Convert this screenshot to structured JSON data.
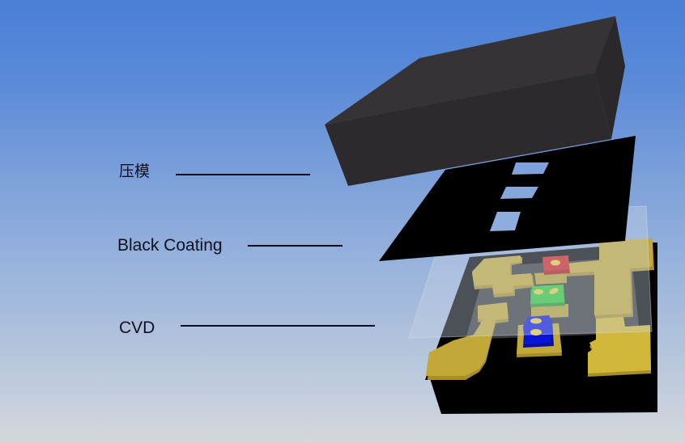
{
  "diagram": {
    "type": "exploded-3d-layer-diagram",
    "background": {
      "top_color": "#4a7fd6",
      "bottom_color": "#d4d7db"
    },
    "labels": [
      {
        "id": "mold",
        "text": "压模"
      },
      {
        "id": "black-coating",
        "text": "Black Coating"
      },
      {
        "id": "cvd",
        "text": "CVD"
      }
    ],
    "layers": [
      {
        "id": "mold-block",
        "name": "Mold",
        "color": "#2c2a2d"
      },
      {
        "id": "black-coating-sheet",
        "name": "Black Coating",
        "color": "#000000",
        "window_count": 3
      },
      {
        "id": "cvd-film",
        "name": "CVD",
        "color": "#c8d2e6"
      },
      {
        "id": "substrate",
        "name": "Substrate",
        "color": "#000000"
      }
    ],
    "chips": [
      {
        "id": "red-chip",
        "color": "#d42020",
        "pad_count": 1
      },
      {
        "id": "green-chip",
        "color": "#28c828",
        "pad_count": 2
      },
      {
        "id": "blue-chip",
        "color": "#0a14d8",
        "pad_count": 2
      }
    ],
    "colors": {
      "gold_pad": "#c2a838",
      "gold_pad_side": "#a88e26",
      "bond_pad": "#e8d040",
      "substrate_inner": "#3a3a3a"
    }
  }
}
